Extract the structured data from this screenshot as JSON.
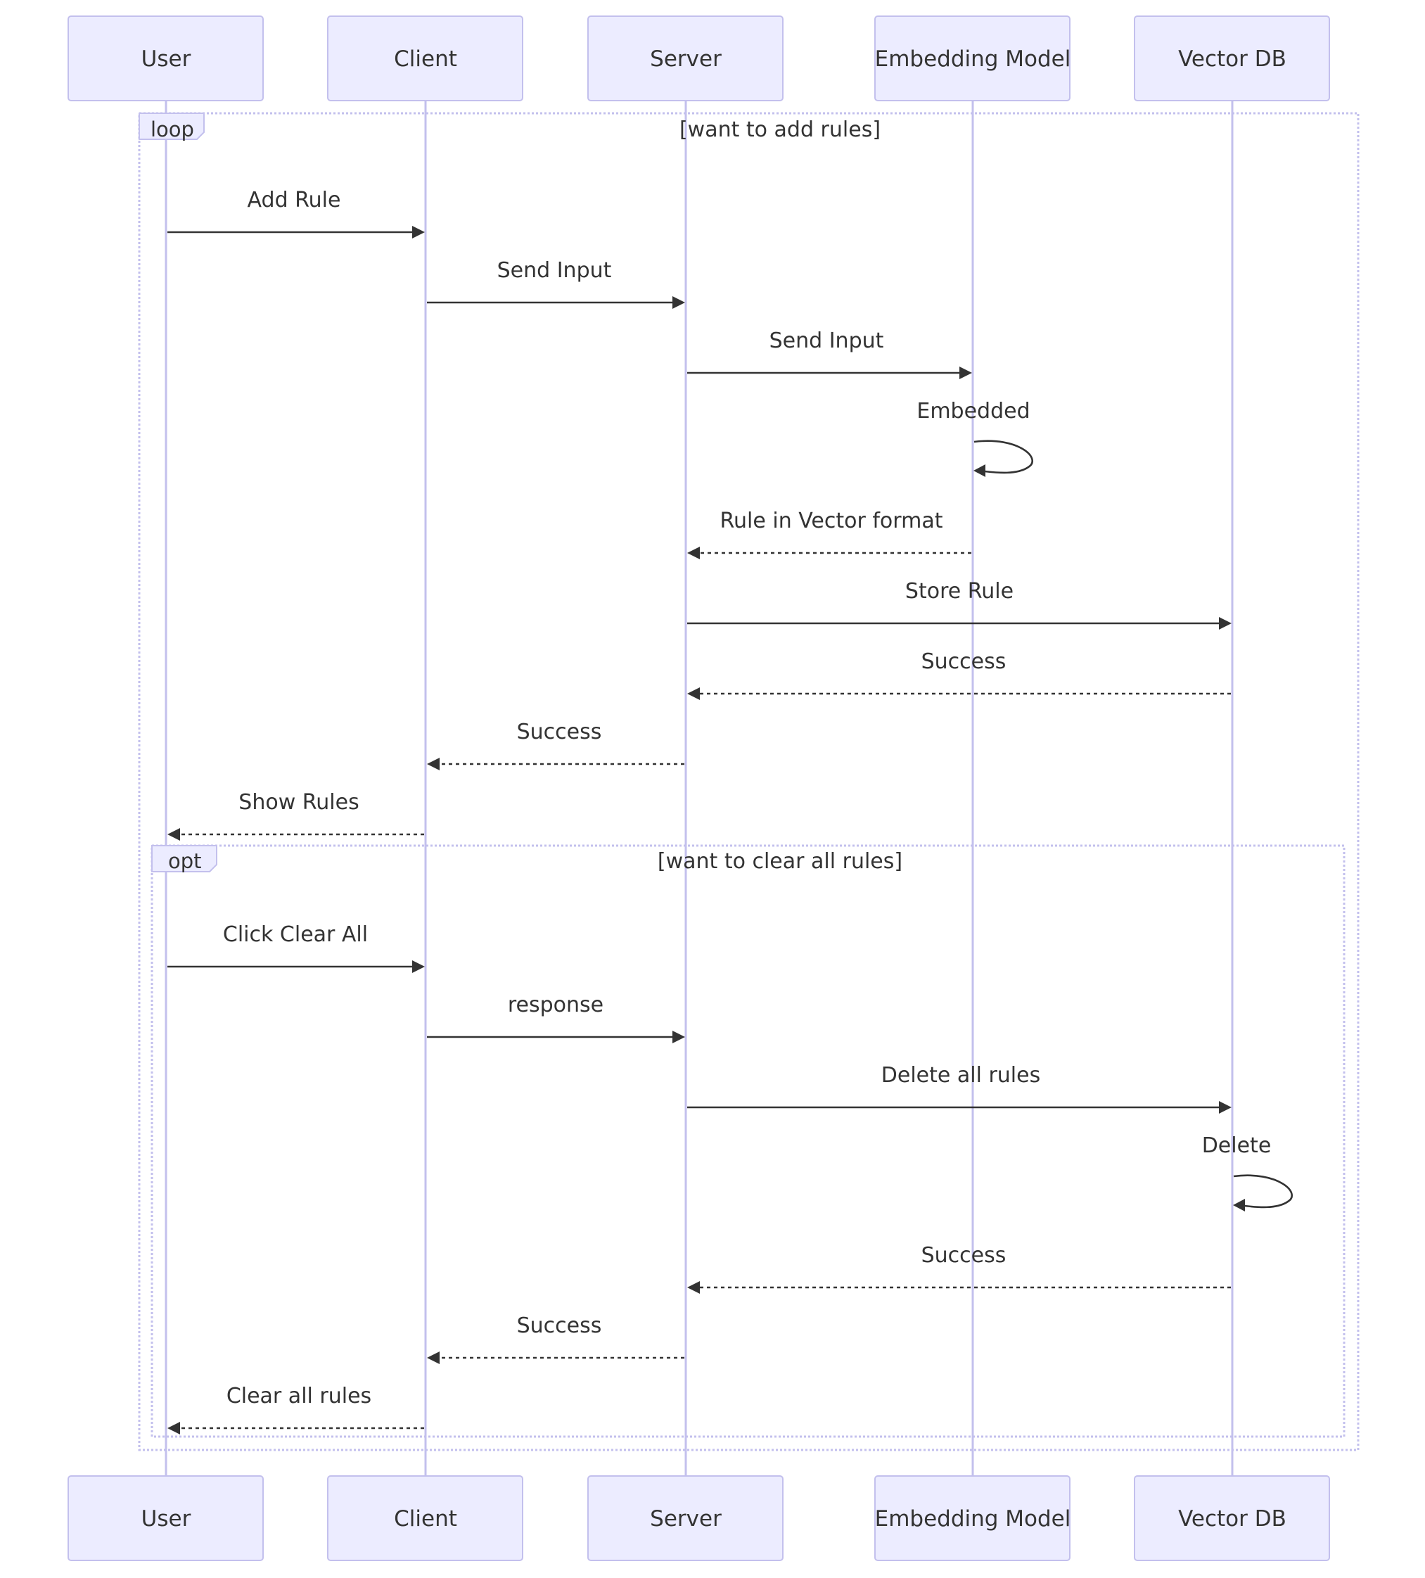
{
  "participants": [
    {
      "id": "user",
      "label": "User"
    },
    {
      "id": "client",
      "label": "Client"
    },
    {
      "id": "server",
      "label": "Server"
    },
    {
      "id": "embedding",
      "label": "Embedding Model"
    },
    {
      "id": "vectordb",
      "label": "Vector DB"
    }
  ],
  "frames": [
    {
      "id": "loop",
      "kind": "loop",
      "condition": "[want to add rules]"
    },
    {
      "id": "opt",
      "kind": "opt",
      "condition": "[want to clear all rules]"
    }
  ],
  "messages": [
    {
      "from": "user",
      "to": "client",
      "label": "Add Rule",
      "style": "solid"
    },
    {
      "from": "client",
      "to": "server",
      "label": "Send Input",
      "style": "solid"
    },
    {
      "from": "server",
      "to": "embedding",
      "label": "Send Input",
      "style": "solid"
    },
    {
      "from": "embedding",
      "to": "embedding",
      "label": "Embedded",
      "style": "solid"
    },
    {
      "from": "embedding",
      "to": "server",
      "label": "Rule in Vector format",
      "style": "dashed"
    },
    {
      "from": "server",
      "to": "vectordb",
      "label": "Store Rule",
      "style": "solid"
    },
    {
      "from": "vectordb",
      "to": "server",
      "label": "Success",
      "style": "dashed"
    },
    {
      "from": "server",
      "to": "client",
      "label": "Success",
      "style": "dashed"
    },
    {
      "from": "client",
      "to": "user",
      "label": "Show Rules",
      "style": "dashed"
    },
    {
      "from": "user",
      "to": "client",
      "label": "Click Clear All",
      "style": "solid"
    },
    {
      "from": "client",
      "to": "server",
      "label": "response",
      "style": "solid"
    },
    {
      "from": "server",
      "to": "vectordb",
      "label": "Delete all rules",
      "style": "solid"
    },
    {
      "from": "vectordb",
      "to": "vectordb",
      "label": "Delete",
      "style": "solid"
    },
    {
      "from": "vectordb",
      "to": "server",
      "label": "Success",
      "style": "dashed"
    },
    {
      "from": "server",
      "to": "client",
      "label": "Success",
      "style": "dashed"
    },
    {
      "from": "client",
      "to": "user",
      "label": "Clear all rules",
      "style": "dashed"
    }
  ],
  "colors": {
    "actor_fill": "#ececff",
    "actor_border": "#c3c0ed",
    "lifeline": "#c3c0ed",
    "text": "#333333",
    "arrow": "#333333"
  }
}
